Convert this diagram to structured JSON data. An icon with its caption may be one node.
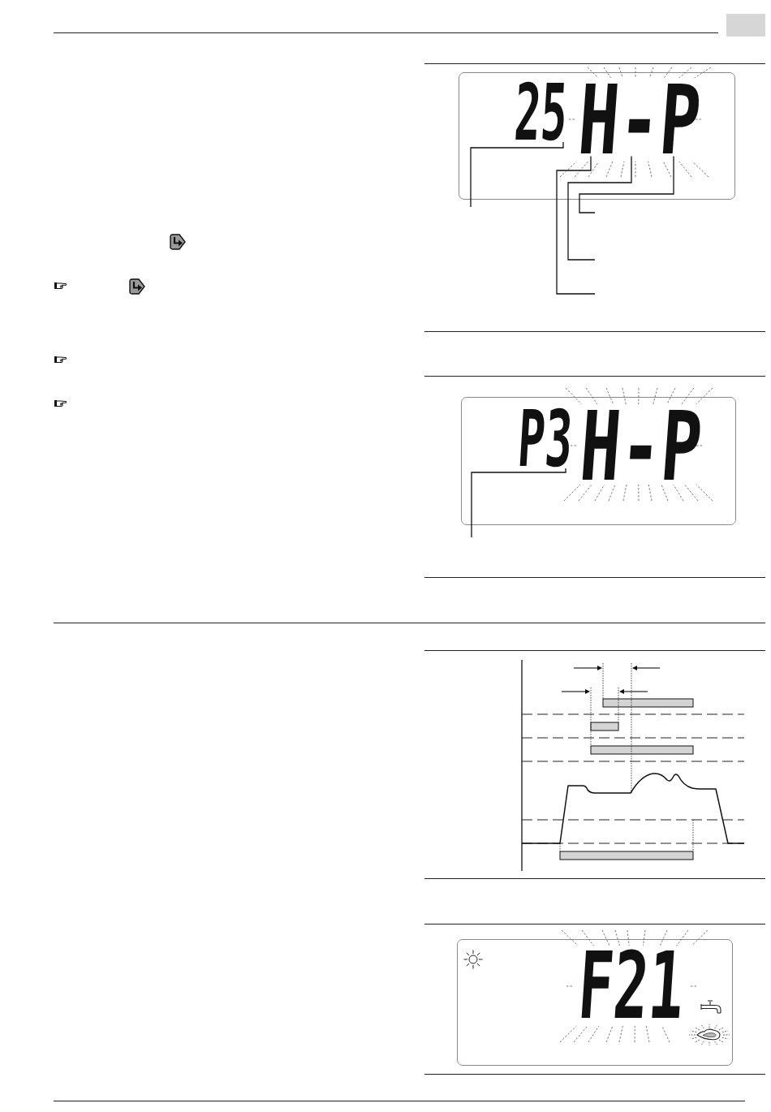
{
  "diagram": {
    "nodes": [
      {
        "text": [],
        "shape": "box"
      },
      {
        "text": [
          "25"
        ],
        "in": 0
      },
      {
        "text": [
          "H"
        ],
        "in": 0
      },
      {
        "text": [
          "-"
        ],
        "in": 0
      },
      {
        "text": [
          "P"
        ],
        "in": 0
      },
      {
        "text": [],
        "shape": "box"
      },
      {
        "text": [
          "P3"
        ],
        "in": 5
      },
      {
        "text": [
          "H-P"
        ],
        "in": 5
      },
      {
        "text": [],
        "shape": "box"
      },
      {
        "text": [
          "F21"
        ],
        "in": 8
      }
    ],
    "edges": [
      {
        "from": null,
        "to": 1,
        "arrow": "none"
      },
      {
        "from": null,
        "to": 2,
        "arrow": "none"
      },
      {
        "from": null,
        "to": 3,
        "arrow": "none"
      },
      {
        "from": null,
        "to": 4,
        "arrow": "none"
      },
      {
        "from": null,
        "to": 6,
        "arrow": "none"
      }
    ]
  }
}
